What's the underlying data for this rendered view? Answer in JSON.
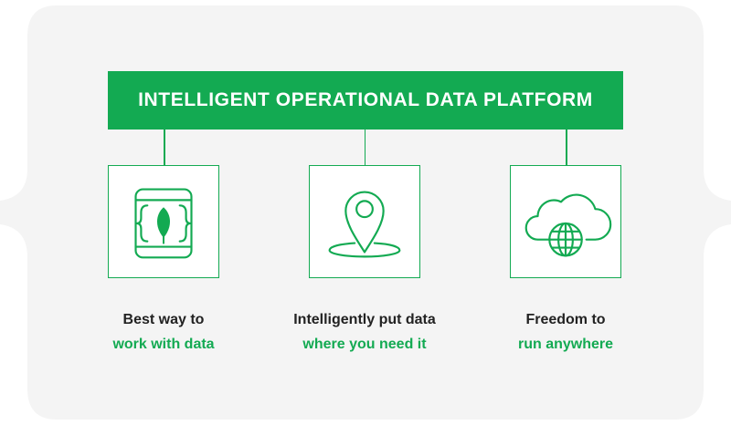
{
  "colors": {
    "accent": "#13aa52",
    "background": "#f4f4f4",
    "text": "#222222"
  },
  "banner": {
    "title": "INTELLIGENT OPERATIONAL DATA PLATFORM"
  },
  "pillars": [
    {
      "icon": "document-leaf-icon",
      "line1": "Best way to",
      "line2": "work with data"
    },
    {
      "icon": "location-pin-icon",
      "line1": "Intelligently put data",
      "line2": "where you need it"
    },
    {
      "icon": "cloud-globe-icon",
      "line1": "Freedom to",
      "line2": "run anywhere"
    }
  ]
}
